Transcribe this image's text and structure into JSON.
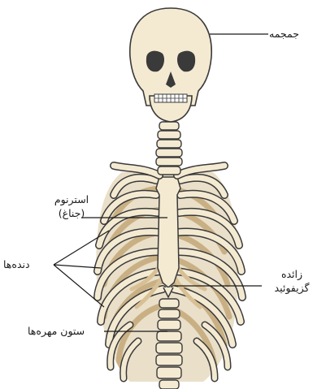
{
  "labels": {
    "skull": "جمجمه",
    "sternum_line1": "استرنوم",
    "sternum_line2": "(جناغ)",
    "ribs": "دنده‌ها",
    "xiphoid_line1": "زائده",
    "xiphoid_line2": "گزیفوئید",
    "spine": "ستون مهره‌ها"
  },
  "colors": {
    "bone_fill": "#f4ead2",
    "bone_shadow": "#e2d2ae",
    "outline": "#3a3a3a",
    "cartilage": "#d8c095",
    "inner_cavity": "#c8b58e",
    "leader_line": "#1a1a1a"
  }
}
